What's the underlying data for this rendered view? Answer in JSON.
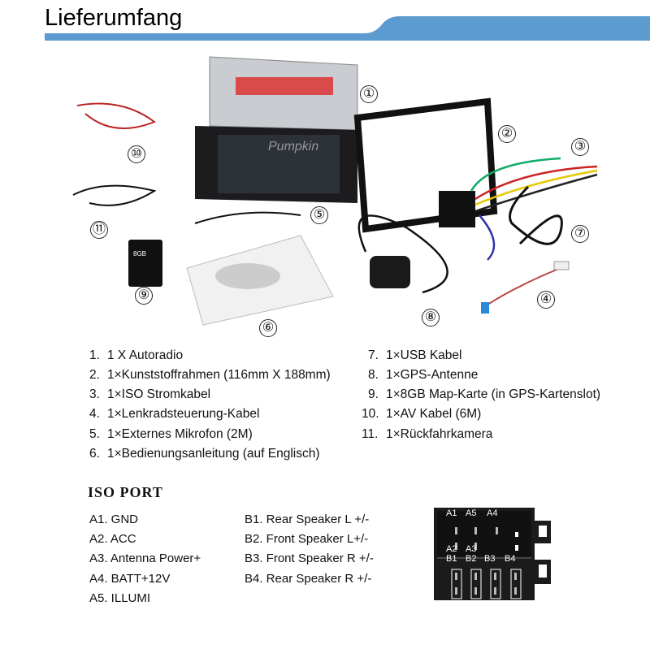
{
  "header": {
    "title": "Lieferumfang",
    "accent_color": "#5b9bd0"
  },
  "product_markers": [
    "①",
    "②",
    "③",
    "④",
    "⑤",
    "⑥",
    "⑦",
    "⑧",
    "⑨",
    "⑩",
    "⑪"
  ],
  "product_labels": {
    "brand": "Pumpkin",
    "sd_card": "8GB"
  },
  "items_left": [
    {
      "n": "1.",
      "text": "1 X Autoradio"
    },
    {
      "n": "2.",
      "text": "1×Kunststoffrahmen (116mm X 188mm)"
    },
    {
      "n": "3.",
      "text": "1×ISO Stromkabel"
    },
    {
      "n": "4.",
      "text": "1×Lenkradsteuerung-Kabel"
    },
    {
      "n": "5.",
      "text": "1×Externes Mikrofon (2M)"
    },
    {
      "n": "6.",
      "text": "1×Bedienungsanleitung (auf Englisch)"
    }
  ],
  "items_right": [
    {
      "n": "7.",
      "text": "1×USB Kabel"
    },
    {
      "n": "8.",
      "text": "1×GPS-Antenne"
    },
    {
      "n": "9.",
      "text": "1×8GB Map-Karte (in GPS-Kartenslot)"
    },
    {
      "n": "10.",
      "text": "1×AV Kabel (6M)"
    },
    {
      "n": "11.",
      "text": "1×Rückfahrkamera"
    }
  ],
  "iso": {
    "title": "ISO PORT",
    "a_pins": [
      "A1. GND",
      "A2. ACC",
      "A3. Antenna Power+",
      "A4. BATT+12V",
      "A5. ILLUMI"
    ],
    "b_pins": [
      "B1. Rear Speaker L +/-",
      "B2. Front Speaker L+/-",
      "B3. Front Speaker R +/-",
      "B4. Rear Speaker R +/-"
    ],
    "diagram_labels": {
      "A1": "A1",
      "A5": "A5",
      "A4": "A4",
      "A2": "A2",
      "A3": "A3",
      "B1": "B1",
      "B2": "B2",
      "B3": "B3",
      "B4": "B4"
    }
  }
}
